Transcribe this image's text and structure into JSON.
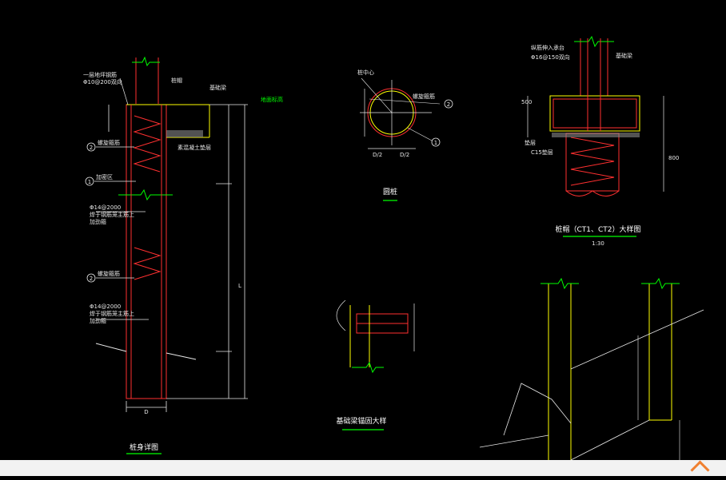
{
  "titles": {
    "pile_body": "桩身详图",
    "round_pile": "圆桩",
    "cap_detail": "桩帽（CT1、CT2）大样图",
    "cap_scale": "1:30",
    "anchor_detail": "基础梁锚固大样"
  },
  "pile": {
    "top_note_1": "一层地坪钢筋",
    "top_note_2": "Φ10@200双向",
    "cap_note": "桩帽",
    "floor_note": "基础梁",
    "soil_note": "素混凝土垫层",
    "rebar_1_note": "螺旋箍筋",
    "rebar_2_note": "加密区",
    "stirrup_note_1": "Φ14@2000",
    "stirrup_note_2": "焊于钢筋笼主筋上",
    "stirrup_note_3": "加劲箍",
    "length_label": "L",
    "width_label": "D",
    "marker_1": "1",
    "marker_2": "2",
    "ground_note": "地面标高"
  },
  "round": {
    "note_top": "桩中心",
    "note_right": "螺旋箍筋",
    "half_d": "D/2",
    "marker_1": "1",
    "marker_2": "2"
  },
  "cap": {
    "note_1": "纵筋伸入承台",
    "note_2": "Φ16@150双向",
    "note_3": "基础梁",
    "note_4": "垫层",
    "note_5": "C15垫层",
    "dim_left": "500",
    "dim_right": "800"
  }
}
